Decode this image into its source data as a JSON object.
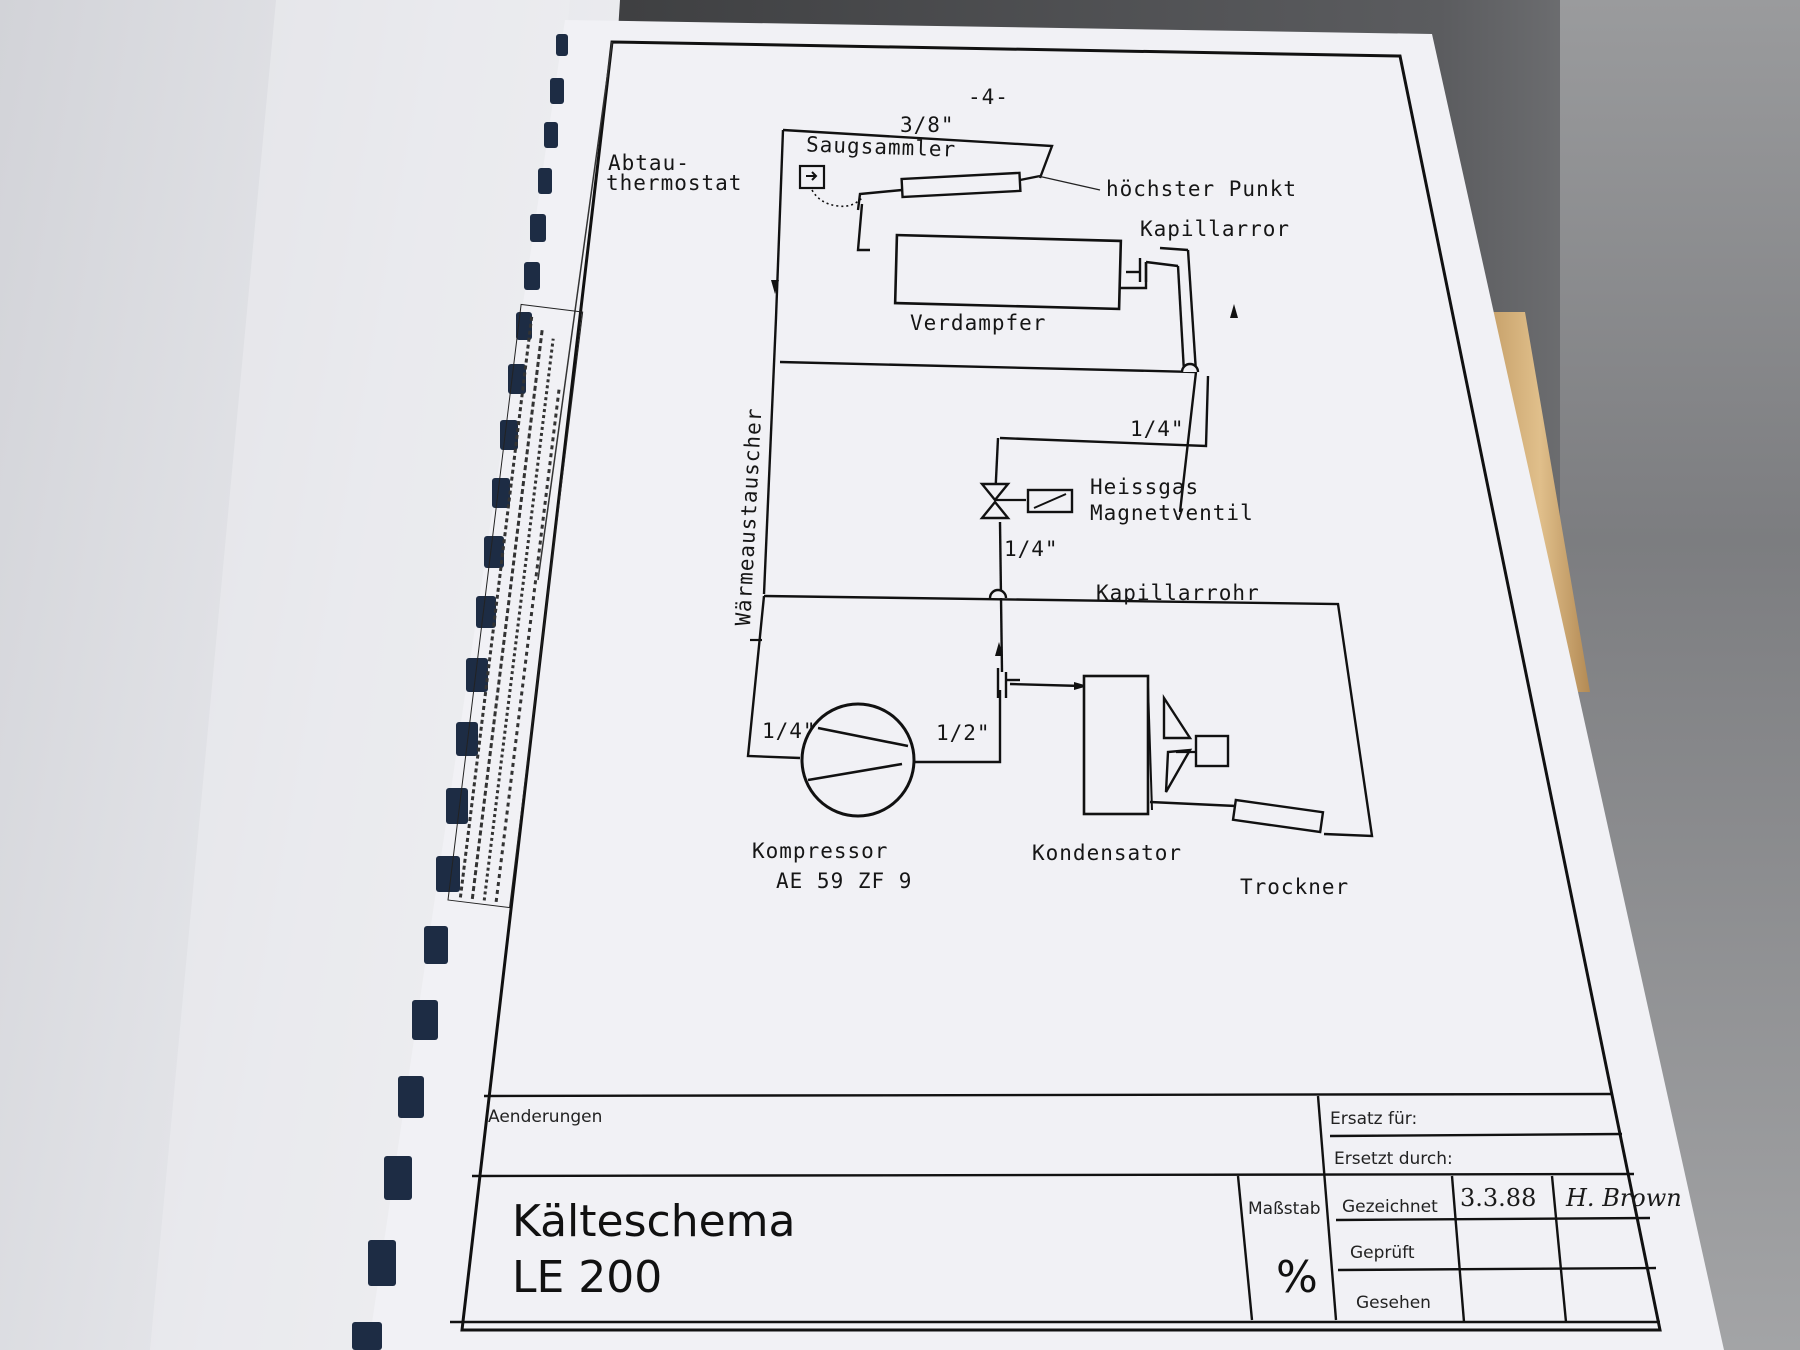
{
  "page_number": "-4-",
  "labels": {
    "pipe_3_8": "3/8\"",
    "saugsammler": "Saugsammler",
    "abtau_line1": "Abtau-",
    "abtau_line2": "thermostat",
    "hoechster_punkt": "höchster Punkt",
    "kapillarror": "Kapillarror",
    "verdampfer": "Verdampfer",
    "waermeaustauscher": "Wärmeaustauscher",
    "pipe_1_4_a": "1/4\"",
    "heissgas": "Heissgas",
    "magnetventil": "Magnetventil",
    "pipe_1_4_b": "1/4\"",
    "kapillarrohr": "Kapillarrohr",
    "pipe_1_4_c": "1/4\"",
    "pipe_1_2": "1/2\"",
    "kompressor": "Kompressor",
    "kompressor_model": "AE 59 ZF 9",
    "kondensator": "Kondensator",
    "trockner": "Trockner"
  },
  "title_block": {
    "aenderungen": "Aenderungen",
    "ersatz_fuer": "Ersatz für:",
    "ersetzt_durch": "Ersetzt durch:",
    "title_line1": "Kälteschema",
    "title_line2": "LE 200",
    "massstab": "Maßstab",
    "massstab_value": "%",
    "gezeichnet": "Gezeichnet",
    "gezeichnet_date": "3.3.88",
    "gezeichnet_sign": "H. Brown",
    "geprueft": "Geprüft",
    "gesehen": "Gesehen"
  }
}
